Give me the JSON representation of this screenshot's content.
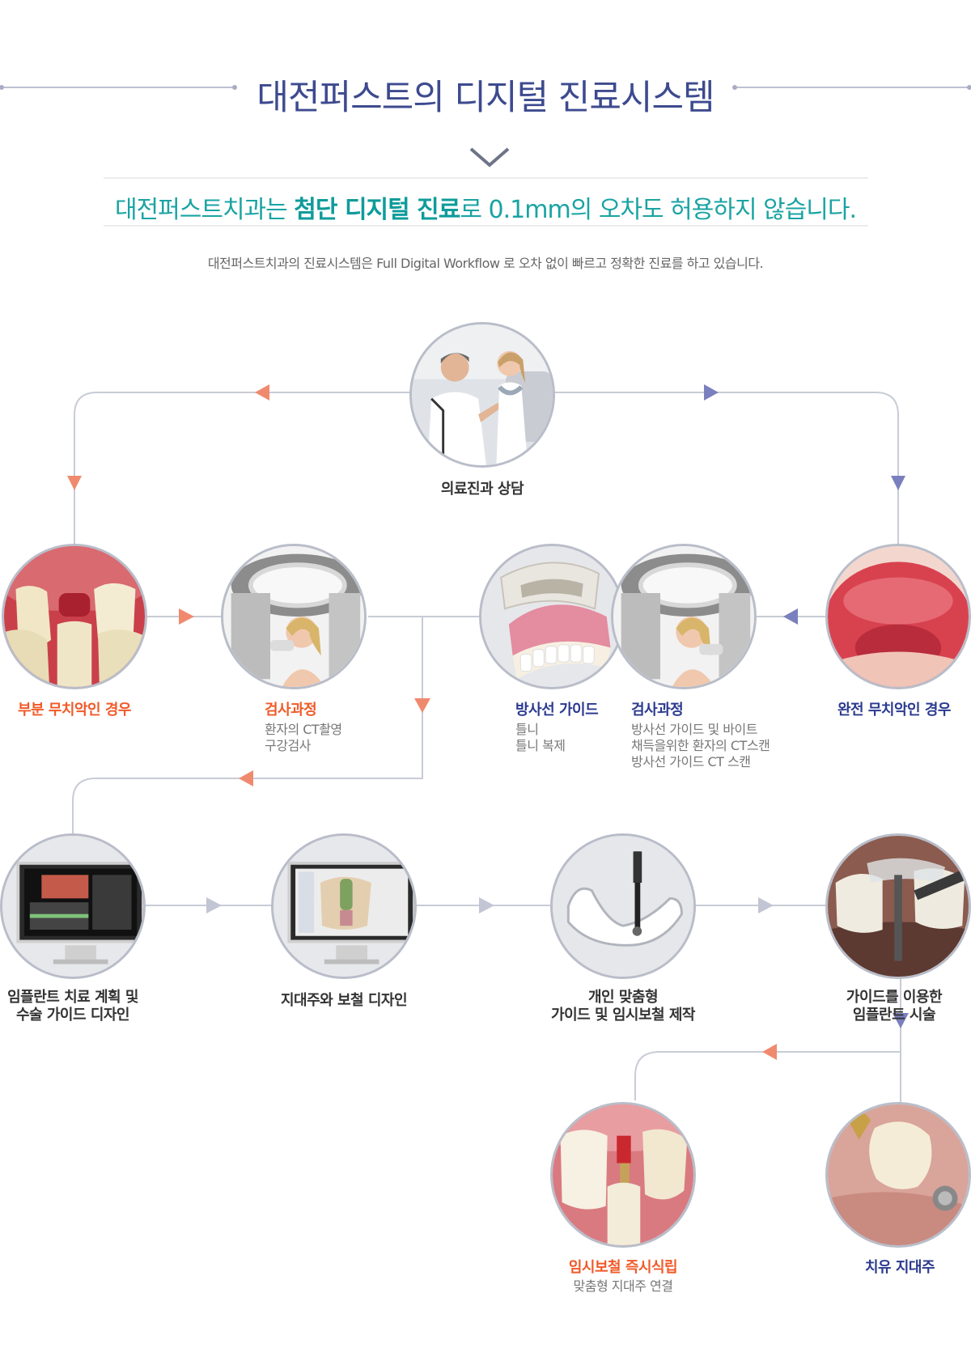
{
  "header": {
    "title": "대전퍼스트의 디지털 진료시스템",
    "subtitle_pre": "대전퍼스트치과는 ",
    "subtitle_bold": "첨단 디지털 진료",
    "subtitle_post": "로 0.1mm의 오차도 허용하지 않습니다.",
    "description": "대전퍼스트치과의 진료시스템은 Full Digital Workflow 로 오차 없이 빠르고 정확한 진료를 하고 있습니다."
  },
  "colors": {
    "title": "#3d4a8f",
    "accent_teal": "#1aa3a3",
    "arrow_orange": "#f08a6e",
    "arrow_blue": "#7a80bd",
    "line": "#c8ccd6",
    "label_orange": "#f05a28",
    "label_blue": "#2b3a8f"
  },
  "steps": {
    "consult": {
      "label": "의료진과 상담",
      "image": "dentist-consult-image"
    },
    "partial": {
      "label": "부분 무치악인 경우",
      "image": "missing-tooth-image"
    },
    "exam1": {
      "label": "검사과정",
      "lines": [
        "환자의 CT촬영",
        "구강검사"
      ],
      "image": "ct-scan-image"
    },
    "guide": {
      "label": "방사선 가이드",
      "lines": [
        "틀니",
        "틀니 복제"
      ],
      "image": "denture-image"
    },
    "exam2": {
      "label": "검사과정",
      "lines": [
        "방사선 가이드 및 바이트",
        "채득을위한 환자의 CT스캔",
        "방사선 가이드 CT 스캔"
      ],
      "image": "ct-scan-image"
    },
    "full": {
      "label": "완전 무치악인 경우",
      "image": "edentulous-image"
    },
    "plan": {
      "label_lines": [
        "임플란트 치료 계획 및",
        "수술 가이드 디자인"
      ],
      "image": "planning-monitor-image"
    },
    "abut": {
      "label": "지대주와 보철 디자인",
      "image": "prosthesis-monitor-image"
    },
    "custom": {
      "label_lines": [
        "개인 맞춤형",
        "가이드 및 임시보철 제작"
      ],
      "image": "surgical-guide-image"
    },
    "surgery": {
      "label_lines": [
        "가이드를 이용한",
        "임플란트 시술"
      ],
      "image": "guided-surgery-image"
    },
    "immediate": {
      "label": "임시보철 즉시식립",
      "lines": [
        "맞춤형 지대주 연결"
      ],
      "image": "immediate-crown-image"
    },
    "healing": {
      "label": "치유 지대주",
      "image": "healing-abutment-image"
    }
  }
}
